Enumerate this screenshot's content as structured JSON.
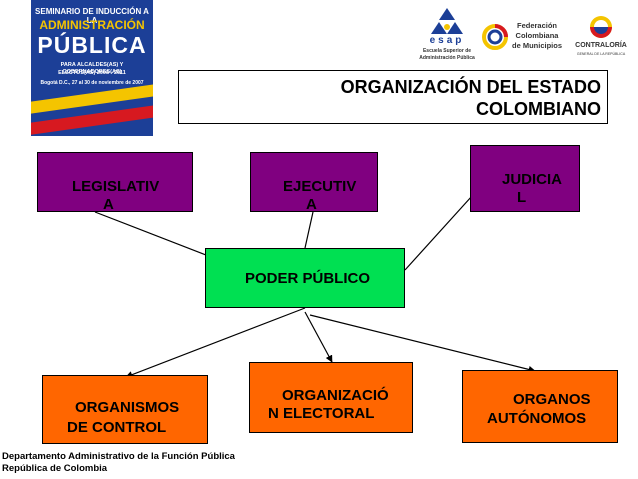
{
  "logos": {
    "seminario": {
      "line1": "SEMINARIO DE INDUCCIÓN A LA",
      "line2": "ADMINISTRACIÓN",
      "line3": "PÚBLICA",
      "line4": "PARA ALCALDES(AS) Y GOBERNADORES(AS)",
      "line5": "ELECTOS(AS) 2008 - 2011",
      "line6": "Bogotá D.C., 27 al 30 de noviembre de 2007"
    },
    "esap": {
      "acronym": "esap",
      "name_line1": "Escuela Superior de",
      "name_line2": "Administración Pública"
    },
    "fcm": {
      "line1": "Federación",
      "line2": "Colombiana",
      "line3": "de Municipios"
    },
    "contraloria": {
      "name": "CONTRALORÍA",
      "sub": "GENERAL DE LA REPÚBLICA"
    }
  },
  "title": {
    "line1": "ORGANIZACIÓN DEL ESTADO",
    "line2": "COLOMBIANO"
  },
  "boxes": {
    "legislativa": {
      "line1": "LEGISLATIV",
      "line2": "A"
    },
    "ejecutiva": {
      "line1": "EJECUTIV",
      "line2": "A"
    },
    "judicial": {
      "line1": "JUDICIA",
      "line2": "L"
    },
    "poder_publico": "PODER PÚBLICO",
    "organismos_control": {
      "line1": "ORGANISMOS",
      "line2": "DE CONTROL"
    },
    "organizacion_electoral": {
      "line1": "ORGANIZACIÓ",
      "line2": "N ELECTORAL"
    },
    "organos_autonomos": {
      "line1": "ORGANOS",
      "line2": "AUTÓNOMOS"
    }
  },
  "footer": {
    "line1": "Departamento Administrativo de la Función Pública",
    "line2": "República de Colombia"
  },
  "colors": {
    "purple": "#800080",
    "orange": "#ff6600",
    "green": "#00e052",
    "logo_blue": "#1c3f97"
  }
}
